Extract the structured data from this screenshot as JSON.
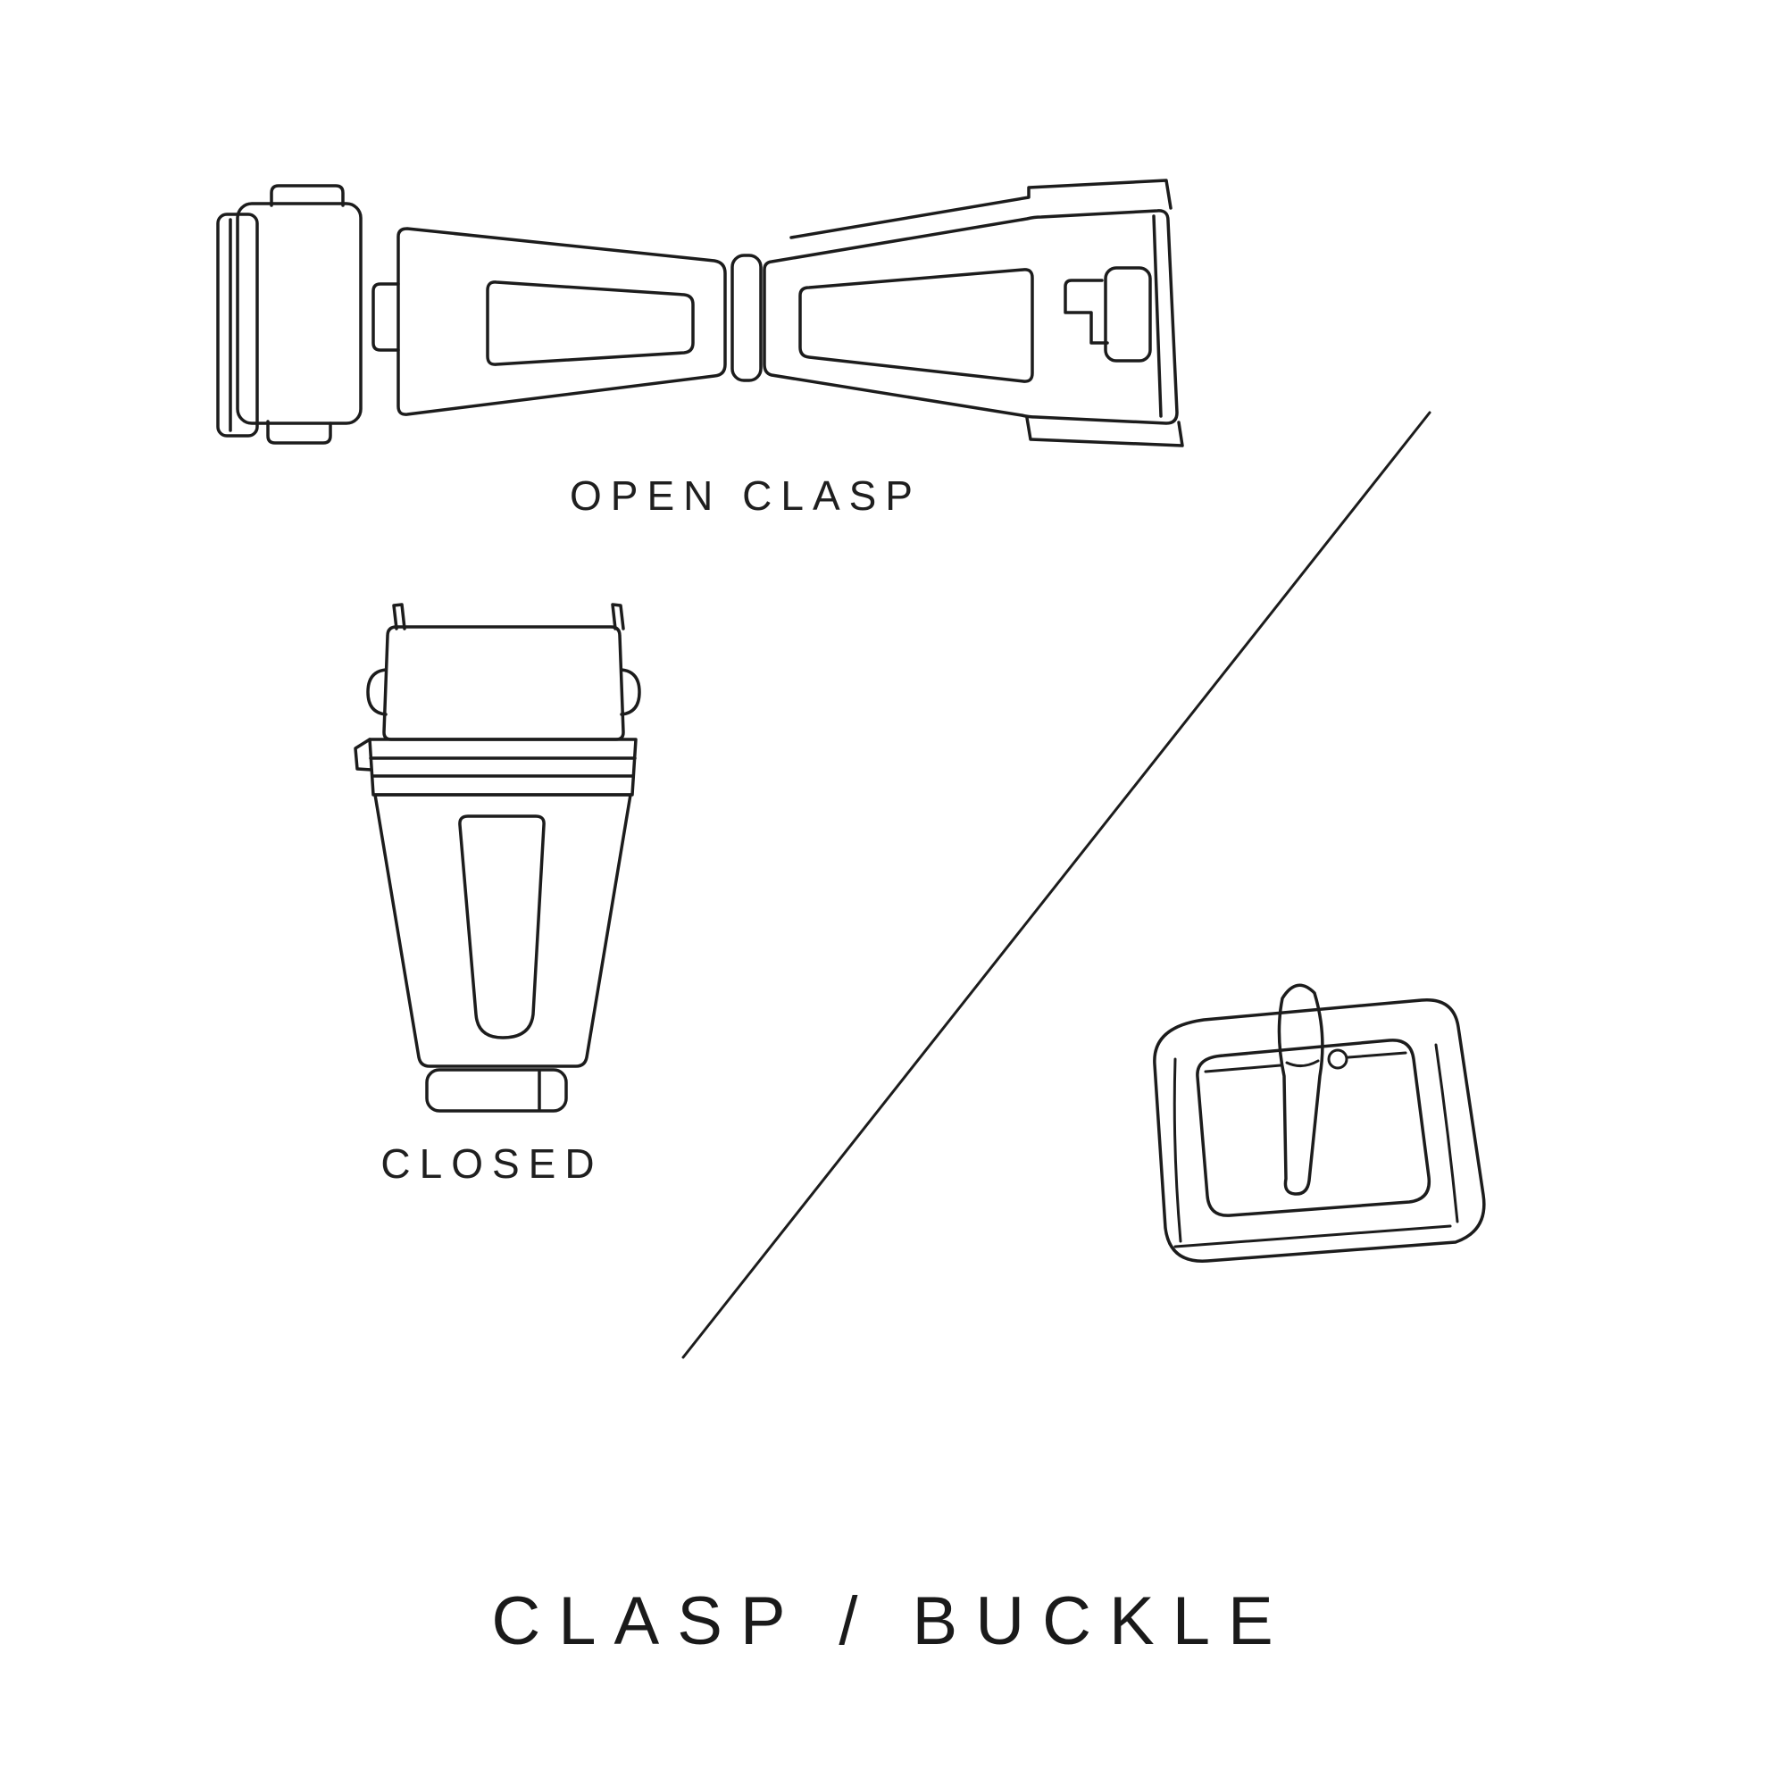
{
  "page": {
    "background_color": "#ffffff",
    "line_color": "#1c1c1c",
    "text_color": "#1f1f1f"
  },
  "labels": {
    "open_clasp": "OPEN CLASP",
    "closed": "CLOSED"
  },
  "title": "CLASP / BUCKLE",
  "illustrations": [
    {
      "name": "open-clasp-drawing",
      "caption": "OPEN CLASP"
    },
    {
      "name": "closed-clasp-drawing",
      "caption": "CLOSED"
    },
    {
      "name": "buckle-drawing",
      "caption": ""
    }
  ]
}
